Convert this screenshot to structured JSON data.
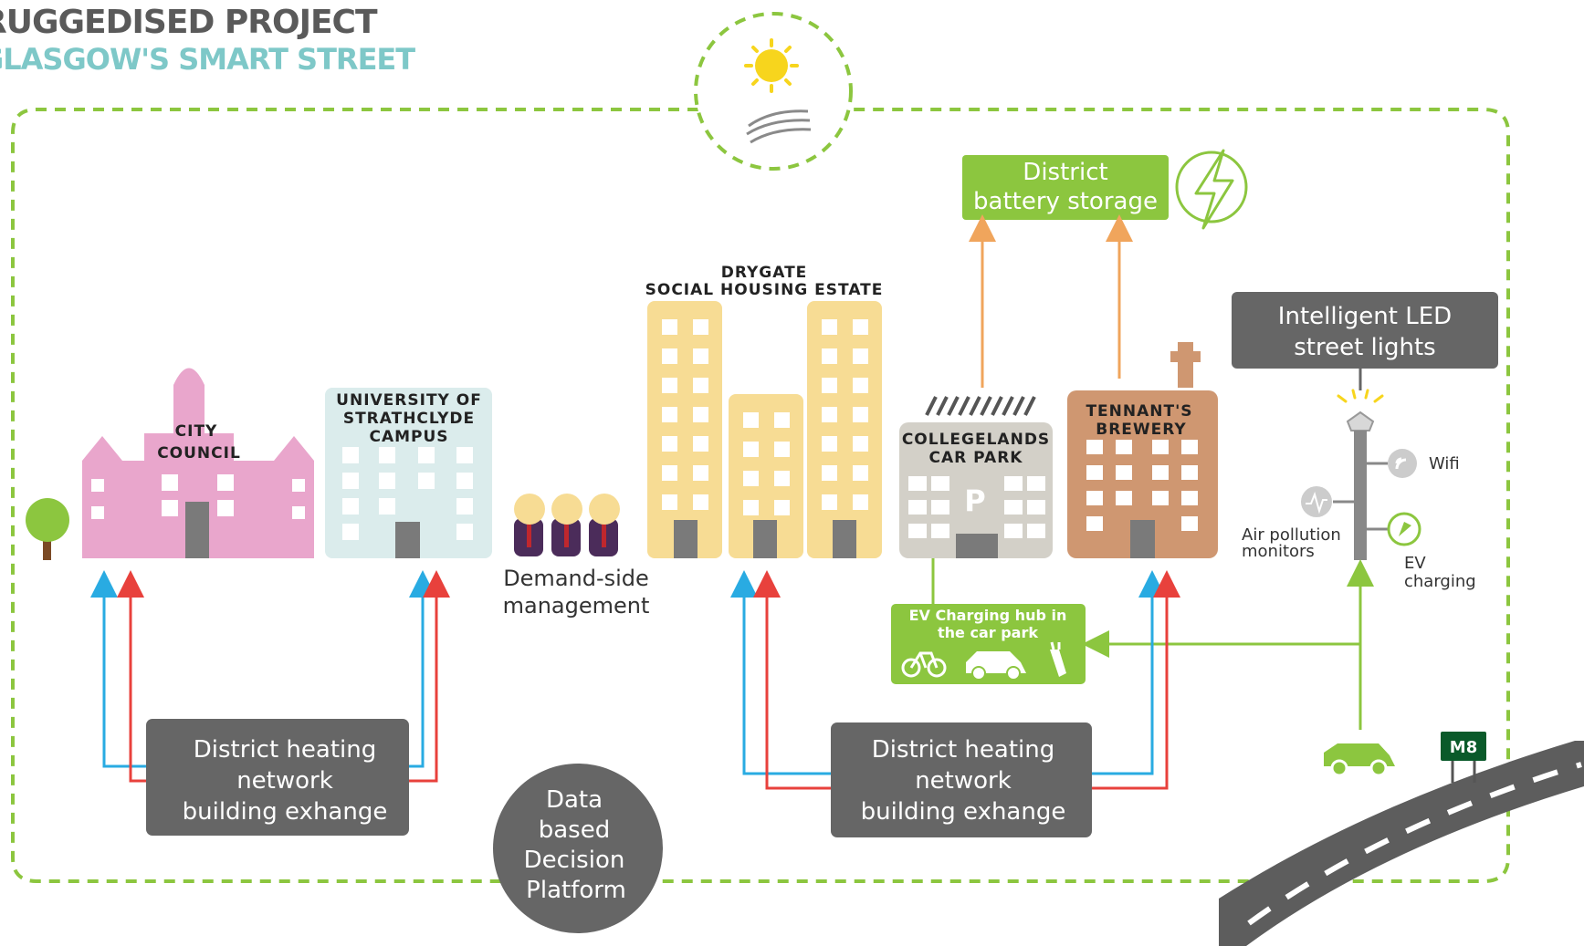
{
  "header": {
    "title": "RUGGEDISED PROJECT",
    "subtitle": "GLASGOW'S SMART STREET"
  },
  "buildings": {
    "city_council": [
      "CITY",
      "COUNCIL"
    ],
    "university": [
      "UNIVERSITY OF",
      "STRATHCLYDE",
      "CAMPUS"
    ],
    "drygate": [
      "DRYGATE",
      "SOCIAL HOUSING ESTATE"
    ],
    "car_park": [
      "COLLEGELANDS",
      "CAR PARK"
    ],
    "car_park_sign": "P",
    "brewery": [
      "TENNANT'S",
      "BREWERY"
    ]
  },
  "labels": {
    "demand_side": [
      "Demand-side",
      "management"
    ],
    "battery": [
      "District",
      "battery storage"
    ],
    "led": [
      "Intelligent LED",
      "street lights"
    ],
    "wifi": "Wifi",
    "air": [
      "Air pollution",
      "monitors"
    ],
    "ev": [
      "EV",
      "charging"
    ],
    "ev_hub": [
      "EV Charging hub in",
      "the car park"
    ],
    "heating_left": [
      "District heating",
      "network",
      "building exhange"
    ],
    "heating_right": [
      "District heating",
      "network",
      "building exhange"
    ],
    "data_platform": [
      "Data",
      "based",
      "Decision",
      "Platform"
    ],
    "road_sign": "M8"
  },
  "colors": {
    "title": "#5a5a5a",
    "subtitle": "#7ec8c8",
    "green": "#8cc63f",
    "dark_grey": "#666666",
    "pink": "#e9a6cc",
    "light_blue": "#dbecec",
    "yellow": "#f7dc94",
    "beige": "#d3d0c8",
    "brown": "#cf9771",
    "orange": "#f0a55c",
    "blue": "#29abe2",
    "red": "#e8413c"
  }
}
